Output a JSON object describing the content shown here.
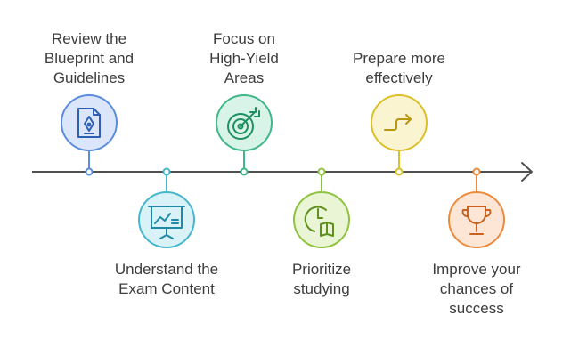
{
  "steps": [
    {
      "label": "Review the\nBlueprint and\nGuidelines",
      "icon": "pen-document-icon",
      "color": "#5b8cdc",
      "fill": "#dbe6fb",
      "position": "above"
    },
    {
      "label": "Understand the\nExam Content",
      "icon": "presentation-chart-icon",
      "color": "#46b6cf",
      "fill": "#d8f2f7",
      "position": "below"
    },
    {
      "label": "Focus on\nHigh-Yield\nAreas",
      "icon": "target-arrow-icon",
      "color": "#3fb789",
      "fill": "#d8f3e7",
      "position": "above"
    },
    {
      "label": "Prioritize\nstudying",
      "icon": "clock-book-icon",
      "color": "#8ec23f",
      "fill": "#e9f5d5",
      "position": "below"
    },
    {
      "label": "Prepare more\neffectively",
      "icon": "step-arrow-icon",
      "color": "#dcc02a",
      "fill": "#fbf4d0",
      "position": "above"
    },
    {
      "label": "Improve your\nchances of\nsuccess",
      "icon": "trophy-icon",
      "color": "#ec8a3c",
      "fill": "#fde6d5",
      "position": "below"
    }
  ],
  "axis_color": "#505050"
}
